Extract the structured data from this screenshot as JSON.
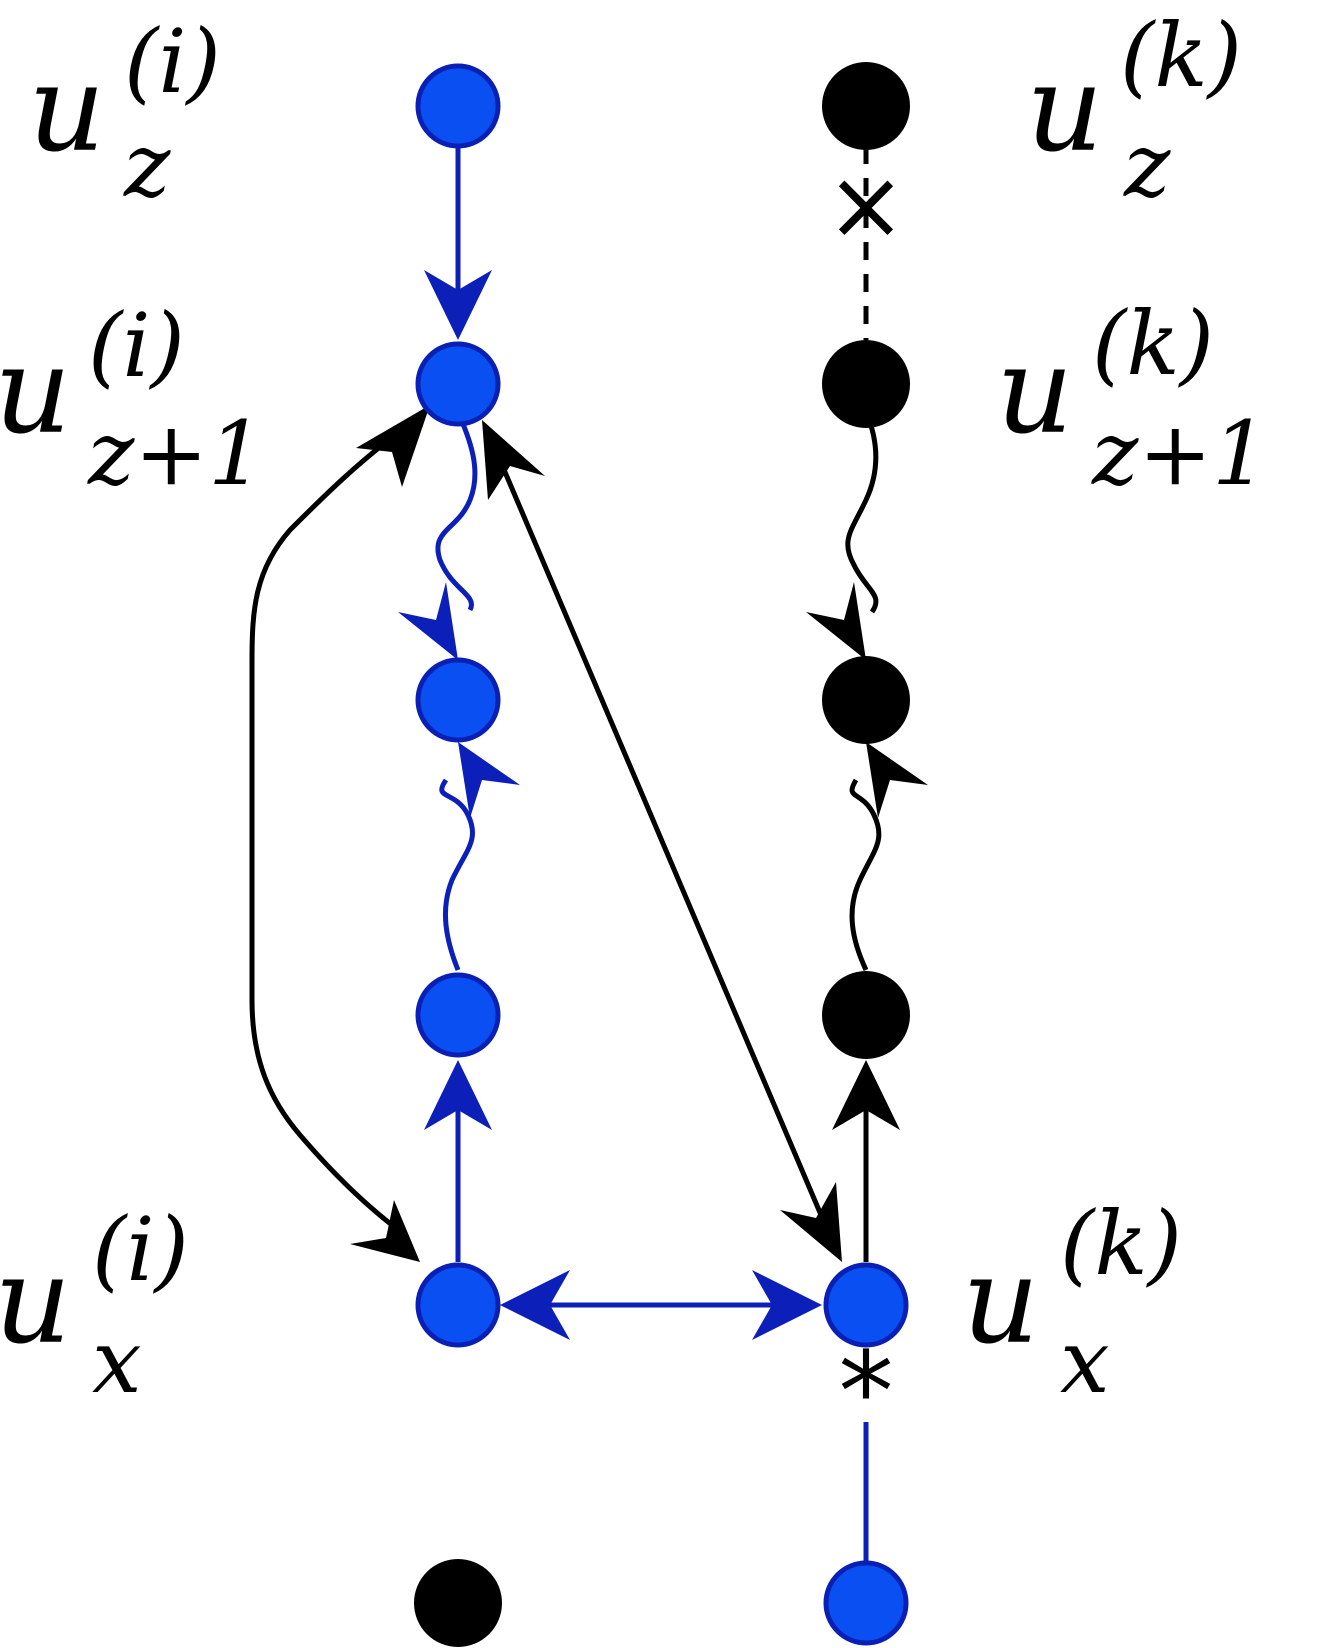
{
  "labels": {
    "uz_i": {
      "base": "u",
      "sub": "z",
      "sup": "(i)"
    },
    "uz1_i": {
      "base": "u",
      "sub": "z+1",
      "sup": "(i)"
    },
    "ux_i": {
      "base": "u",
      "sub": "x",
      "sup": "(i)"
    },
    "uz_k": {
      "base": "u",
      "sub": "z",
      "sup": "(k)"
    },
    "uz1_k": {
      "base": "u",
      "sub": "z+1",
      "sup": "(k)"
    },
    "ux_k": {
      "base": "u",
      "sub": "x",
      "sup": "(k)"
    }
  },
  "marks": {
    "cross": "×",
    "star": "*"
  },
  "colors": {
    "blue_fill": "#0a4ff2",
    "blue_stroke": "#0c1fb8",
    "black": "#000000"
  }
}
